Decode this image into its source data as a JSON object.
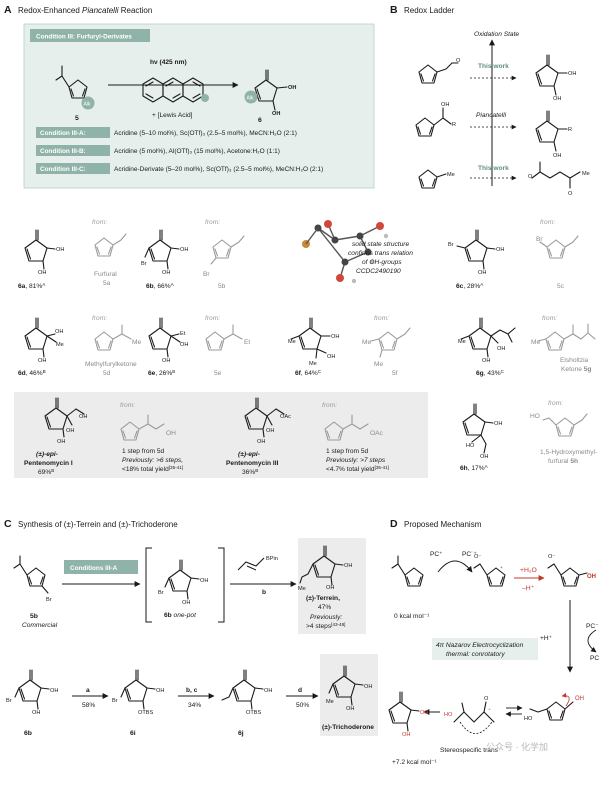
{
  "panel_a": {
    "letter": "A",
    "title_pre": "Redox-Enhanced ",
    "title_italic": "Piancatelli",
    "title_post": " Reaction",
    "condition_header": "Condition III: Furfuryl-Derivates",
    "light": "hν (425 nm)",
    "lewis": "+ [Lewis Acid]",
    "substrate_num": "5",
    "product_num": "6",
    "alk": "Alk",
    "conditions": [
      {
        "tag": "Condition III-A:",
        "text": "Acridine (5–10 mol%), Sc(OTf)₃ (2.5–5 mol%), MeCN:H₂O (2:1)"
      },
      {
        "tag": "Condition III-B:",
        "text": "Acridine (5 mol%), Al(OTf)₃ (15 mol%), Acetone:H₂O (1:1)"
      },
      {
        "tag": "Condition III-C:",
        "text": "Acridine-Derivate (5–20 mol%), Sc(OTf)₃ (2.5–5 mol%), MeCN:H₂O (2:1)"
      }
    ]
  },
  "panel_b": {
    "letter": "B",
    "title": "Redox Ladder",
    "oxidation_state": "Oxidation State",
    "this_work_top": "This work",
    "piancatelli": "Piancatelli",
    "this_work_bottom": "This work"
  },
  "scope": {
    "from": "from:",
    "items": [
      {
        "id": "6a",
        "yield": "81%",
        "cond": "A",
        "sm_name": "Furfural",
        "sm_id": "5a"
      },
      {
        "id": "6b",
        "yield": "66%",
        "cond": "A",
        "sm_id": "5b"
      },
      {
        "id": "6c",
        "yield": "28%",
        "cond": "A",
        "sm_id": "5c"
      },
      {
        "id": "6d",
        "yield": "46%",
        "cond": "B",
        "sm_name": "Methylfurylketone",
        "sm_id": "5d"
      },
      {
        "id": "6e",
        "yield": "26%",
        "cond": "B",
        "sm_id": "5e"
      },
      {
        "id": "6f",
        "yield": "64%",
        "cond": "C",
        "sm_id": "5f"
      },
      {
        "id": "6g",
        "yield": "43%",
        "cond": "C",
        "sm_name_1": "Elsholtzia",
        "sm_name_2": "Ketone",
        "sm_id": "5g"
      },
      {
        "id": "6h",
        "yield": "17%",
        "cond": "A",
        "sm_name_1": "1,5-Hydroxymethyl-",
        "sm_name_2": "furfural",
        "sm_id": "5h"
      }
    ],
    "xray_1": "solid state structure",
    "xray_2": "confirms trans relation",
    "xray_3": "of OH-groups",
    "xray_4": "CCDC2490190",
    "pent1": {
      "name_1": "(±)-epi-",
      "name_2": "Pentenomycin I",
      "yield": "69%",
      "cond": "B",
      "step": "1 step from 5d",
      "prev_1": "Previously: >6 steps,",
      "prev_2": "<18% total yield",
      "ref": "[35-41]"
    },
    "pent3": {
      "name_1": "(±)-epi-",
      "name_2": "Pentenomycin III",
      "yield": "36%",
      "cond": "B",
      "step": "1 step from 5d",
      "prev_1": "Previously: >7 steps",
      "prev_2": "<4.7% total yield",
      "ref": "[35-41]"
    }
  },
  "panel_c": {
    "letter": "C",
    "title": "Synthesis of (±)-Terrein and (±)-Trichoderone",
    "start_num": "5b",
    "start_label": "Commercial",
    "condition": "Conditions III-A",
    "onepot_num": "6b",
    "onepot_label": "one-pot",
    "bpin": "BPin",
    "step_b": "b",
    "terrein": "(±)-Terrein,",
    "terrein_yield": "47%",
    "terrein_prev_1": "Previously:",
    "terrein_prev_2": ">4 steps",
    "terrein_ref": "[43-48]",
    "row2": [
      {
        "num": "6b"
      },
      {
        "step": "a",
        "yield": "58%",
        "num": "6i",
        "grp": "OTBS"
      },
      {
        "step": "b, c",
        "yield": "34%",
        "num": "6j",
        "grp": "OTBS"
      },
      {
        "step": "d",
        "yield": "50%"
      }
    ],
    "trichoderone": "(±)-Trichoderone"
  },
  "panel_d": {
    "letter": "D",
    "title": "Proposed Mechanism",
    "pc_plus": "PC⁺",
    "pc_radical": "PC˙⁺",
    "water": "+H₂O",
    "minus_h": "–H⁺",
    "zero_energy": "0 kcal mol⁻¹",
    "nazarov_1": "4π Nazarov Electrocyclization",
    "nazarov_2": "thermal: conrotatory",
    "h_plus": "+H⁺",
    "pc_minus": "PC⁻",
    "pc": "PC",
    "energy_final": "+7.2 kcal mol⁻¹",
    "stereo": "Stereospecific trans",
    "watermark": "公众号 · 化学加"
  },
  "colors": {
    "teal_box": "#e6efec",
    "teal_tag": "#8fb3a8",
    "grey_box": "#ececec",
    "accent_red": "#c0392b",
    "accent_green": "#5b8f7e"
  }
}
